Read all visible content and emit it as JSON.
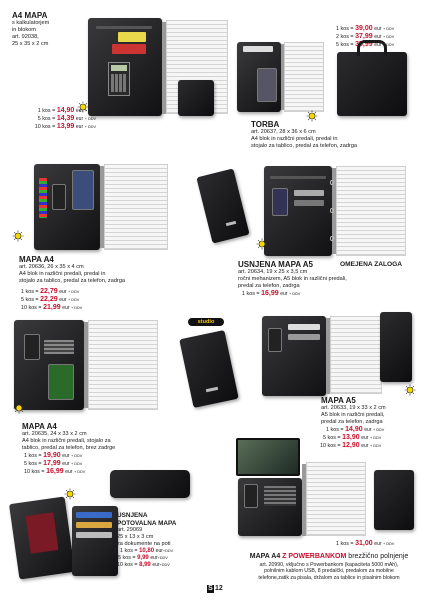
{
  "p1": {
    "title": "A4 MAPA",
    "desc": [
      "s kalkulatorjem",
      "in blokom",
      "art. 92038,",
      "25 x 35 x 2 cm"
    ],
    "prices": [
      {
        "qty": "1 kos =",
        "value": "14,90",
        "cur": "eur",
        "tax": "+ DDV"
      },
      {
        "qty": "5 kos =",
        "value": "14,39",
        "cur": "eur",
        "tax": "+ DDV"
      },
      {
        "qty": "10 kos =",
        "value": "13,99",
        "cur": "eur",
        "tax": "+ DDV"
      }
    ]
  },
  "p2": {
    "title": "TORBA",
    "desc": [
      "art. 20637, 28 x 36 x 6 cm",
      "A4 blok in različni predali, predal in",
      "stojalo za tablico, predal  za telefon, zadrga"
    ],
    "prices": [
      {
        "qty": "1 kos =",
        "value": "39,00",
        "cur": "eur",
        "tax": "+ DDV"
      },
      {
        "qty": "2 kos =",
        "value": "37,99",
        "cur": "eur",
        "tax": "+ DDV"
      },
      {
        "qty": "5 kos =",
        "value": "35,99",
        "cur": "eur",
        "tax": "+ DDV"
      }
    ]
  },
  "p3": {
    "title": "MAPA A4",
    "desc": [
      "art. 20636, 26 x 35 x 4 cm",
      "A4 blok in različni predali, predal in",
      "stojalo za tablico, predal  za telefon, zadrga"
    ],
    "prices": [
      {
        "qty": "1 kos =",
        "value": "22,79",
        "cur": "eur",
        "tax": "+ DDV"
      },
      {
        "qty": "5 kos =",
        "value": "22,29",
        "cur": "eur",
        "tax": "+ DDV"
      },
      {
        "qty": "10 kos =",
        "value": "21,99",
        "cur": "eur",
        "tax": "+ DDV"
      }
    ]
  },
  "p4": {
    "title": "USNJENA MAPA A5",
    "desc": [
      "art. 20634, 19 x 25 x 3,5 cm",
      "ročni mehanizem, A5 blok in različni predali,",
      "predal  za telefon, zadrga"
    ],
    "prices": [
      {
        "qty": "1 kos =",
        "value": "16,99",
        "cur": "eur",
        "tax": "+ DDV"
      }
    ]
  },
  "omejena": "OMEJENA ZALOGA",
  "logo": "studio",
  "p5": {
    "title": "MAPA A4",
    "desc": [
      "art. 20635, 24 x 33 x 2 cm",
      "A4 blok in različni predali, stojalo za",
      "tablico, predal za telefon, brez zadrge"
    ],
    "prices": [
      {
        "qty": "1 kos =",
        "value": "19,90",
        "cur": "eur",
        "tax": "+ DDV"
      },
      {
        "qty": "5 kos =",
        "value": "17,99",
        "cur": "eur",
        "tax": "+ DDV"
      },
      {
        "qty": "10 kos =",
        "value": "16,99",
        "cur": "eur",
        "tax": "+ DDV"
      }
    ]
  },
  "p6": {
    "title": "MAPA A5",
    "desc": [
      "art. 20633, 19 x 33 x 2 cm",
      "A5 blok in različni predali,",
      "predal  za telefon, zadrga"
    ],
    "prices": [
      {
        "qty": "1 kos =",
        "value": "14,90",
        "cur": "eur",
        "tax": "+ DDV"
      },
      {
        "qty": "5 kos =",
        "value": "13,90",
        "cur": "eur",
        "tax": "+ DDV"
      },
      {
        "qty": "10 kos =",
        "value": "12,90",
        "cur": "eur",
        "tax": "+ DDV"
      }
    ]
  },
  "p7": {
    "title1": "USNJENA",
    "title2": "POTOVALNA MAPA",
    "desc": [
      "art. 29069",
      "25 x 13 x 3 cm",
      "za dokumente na poti"
    ],
    "prices": [
      {
        "qty": "1 kos =",
        "value": "10,80",
        "cur": "eur",
        "tax": "+DDV"
      },
      {
        "qty": "5 kos =",
        "value": "9,99",
        "cur": "eur",
        "tax": "+DDV"
      },
      {
        "qty": "10 kos =",
        "value": "8,99",
        "cur": "eur",
        "tax": "+DDV"
      }
    ]
  },
  "p8": {
    "title_a": "MAPA A4",
    "title_b": "Z POWERBANKOM",
    "title_c": "brezžično polnjenje",
    "desc": [
      "art. 20990, vključno s Powerbankom (kapaciteta 5000 mAh),",
      "polnilnim kablom USB, 8 predalčki, predalom za mobilne",
      "telefone,zatik za pisala, držalom za tablice in pisalnim blokom"
    ],
    "prices": [
      {
        "qty": "1 kos =",
        "value": "31,00",
        "cur": "eur",
        "tax": "+ DDV"
      }
    ]
  },
  "page": {
    "letter": "S",
    "number": "12"
  }
}
